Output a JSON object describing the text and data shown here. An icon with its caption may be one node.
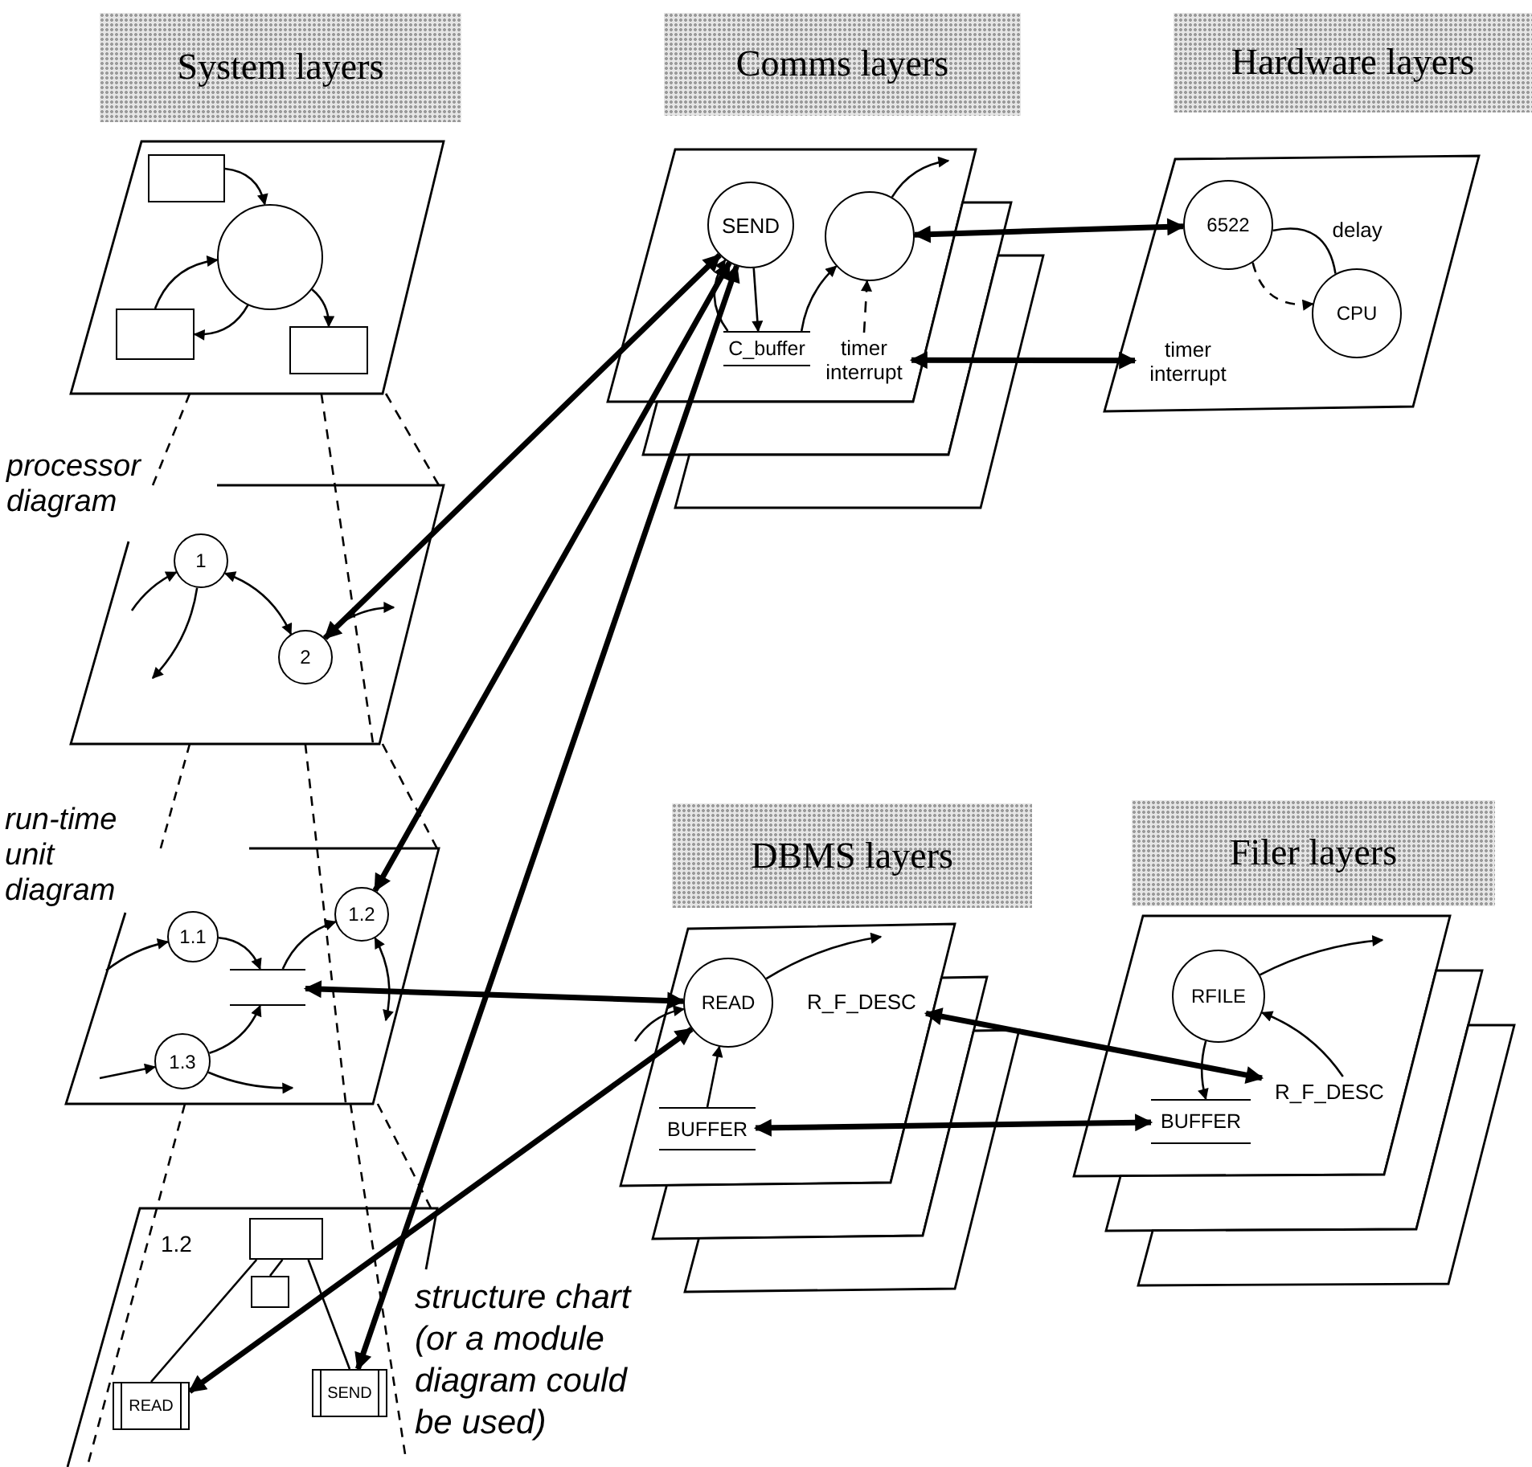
{
  "diagram": {
    "nodes": [
      {
        "text": [
          "System layers"
        ]
      },
      {
        "text": [],
        "shape": "parallelogram"
      },
      {
        "text": [],
        "shape": "box",
        "in": 1
      },
      {
        "text": [],
        "shape": "circle",
        "in": 1
      },
      {
        "text": [],
        "shape": "box",
        "in": 1
      },
      {
        "text": [],
        "shape": "box",
        "in": 1
      },
      {
        "text": [
          "Comms layers"
        ]
      },
      {
        "text": [],
        "shape": "parallelogram"
      },
      {
        "text": [
          "SEND"
        ],
        "in": 7
      },
      {
        "text": [],
        "shape": "circle",
        "in": 7
      },
      {
        "text": [
          "C_buffer"
        ],
        "in": 7
      },
      {
        "text": [
          "timer interrupt"
        ],
        "in": 7
      },
      {
        "text": [
          "Hardware layers"
        ]
      },
      {
        "text": [],
        "shape": "parallelogram"
      },
      {
        "text": [
          "6522"
        ],
        "in": 13
      },
      {
        "text": [
          "CPU"
        ],
        "in": 13
      },
      {
        "text": [
          "timer interrupt"
        ],
        "in": 13
      },
      {
        "text": [],
        "shape": "parallelogram"
      },
      {
        "text": [
          "1"
        ],
        "in": 17
      },
      {
        "text": [
          "2"
        ],
        "in": 17
      },
      {
        "text": [],
        "shape": "parallelogram"
      },
      {
        "text": [
          "1.1"
        ],
        "in": 20
      },
      {
        "text": [
          "1.2"
        ],
        "in": 20
      },
      {
        "text": [],
        "shape": "lines",
        "in": 20
      },
      {
        "text": [
          "1.3"
        ],
        "in": 20
      },
      {
        "text": [
          "DBMS layers"
        ]
      },
      {
        "text": [
          "Filer layers"
        ]
      },
      {
        "text": [],
        "shape": "parallelogram"
      },
      {
        "text": [
          "READ"
        ],
        "in": 27
      },
      {
        "text": [
          "R_F_DESC"
        ],
        "in": 27
      },
      {
        "text": [
          "BUFFER"
        ],
        "in": 27
      },
      {
        "text": [],
        "shape": "parallelogram"
      },
      {
        "text": [
          "RFILE"
        ],
        "in": 31
      },
      {
        "text": [
          "R_F_DESC"
        ],
        "in": 31
      },
      {
        "text": [
          "BUFFER"
        ],
        "in": 31
      },
      {
        "text": [],
        "shape": "parallelogram"
      },
      {
        "text": [],
        "shape": "box",
        "in": 35
      },
      {
        "text": [],
        "shape": "box",
        "in": 35
      },
      {
        "text": [
          "READ"
        ],
        "in": 35
      },
      {
        "text": [
          "SEND"
        ],
        "in": 35
      }
    ],
    "edges": [
      {
        "from": 1,
        "to": 17,
        "arrow": "none",
        "style": "dashed"
      },
      {
        "from": 1,
        "to": 17,
        "arrow": "none",
        "style": "dashed"
      },
      {
        "from": 1,
        "to": 17,
        "arrow": "none",
        "style": "dashed"
      },
      {
        "from": 17,
        "to": 20,
        "arrow": "none",
        "style": "dashed"
      },
      {
        "from": 17,
        "to": 20,
        "arrow": "none",
        "style": "dashed"
      },
      {
        "from": 17,
        "to": 20,
        "arrow": "none",
        "style": "dashed"
      },
      {
        "from": 20,
        "to": 35,
        "arrow": "none",
        "style": "dashed"
      },
      {
        "from": 20,
        "to": 35,
        "arrow": "none",
        "style": "dashed"
      },
      {
        "from": 20,
        "to": 35,
        "arrow": "none",
        "style": "dashed"
      },
      {
        "from": 2,
        "to": 3,
        "arrow": "to"
      },
      {
        "from": 4,
        "to": 3,
        "arrow": "to"
      },
      {
        "from": 3,
        "to": 4,
        "arrow": "to"
      },
      {
        "from": 3,
        "to": 5,
        "arrow": "to"
      },
      {
        "from": 8,
        "to": 10,
        "arrow": "to"
      },
      {
        "from": 10,
        "to": 8,
        "arrow": "to"
      },
      {
        "from": 10,
        "to": 9,
        "arrow": "to"
      },
      {
        "from": 11,
        "to": 9,
        "arrow": "to",
        "style": "dashed"
      },
      {
        "from": 9,
        "to": null,
        "arrow": "to"
      },
      {
        "from": 15,
        "to": 14,
        "arrow": "none",
        "label": "delay"
      },
      {
        "from": 14,
        "to": 15,
        "arrow": "to",
        "style": "dashed"
      },
      {
        "from": null,
        "to": 18,
        "arrow": "to"
      },
      {
        "from": 18,
        "to": null,
        "arrow": "to"
      },
      {
        "from": 18,
        "to": 19,
        "arrow": "both"
      },
      {
        "from": 19,
        "to": null,
        "arrow": "to"
      },
      {
        "from": null,
        "to": 21,
        "arrow": "to"
      },
      {
        "from": 21,
        "to": 23,
        "arrow": "to"
      },
      {
        "from": 23,
        "to": 22,
        "arrow": "to"
      },
      {
        "from": 24,
        "to": 23,
        "arrow": "to"
      },
      {
        "from": null,
        "to": 24,
        "arrow": "to"
      },
      {
        "from": 24,
        "to": null,
        "arrow": "to"
      },
      {
        "from": 22,
        "to": null,
        "arrow": "both"
      },
      {
        "from": null,
        "to": 28,
        "arrow": "to"
      },
      {
        "from": 28,
        "to": null,
        "arrow": "to"
      },
      {
        "from": 30,
        "to": 28,
        "arrow": "to"
      },
      {
        "from": 32,
        "to": null,
        "arrow": "to"
      },
      {
        "from": 32,
        "to": 34,
        "arrow": "to"
      },
      {
        "from": 33,
        "to": 32,
        "arrow": "to"
      },
      {
        "from": 36,
        "to": 38,
        "arrow": "none"
      },
      {
        "from": 36,
        "to": 37,
        "arrow": "none"
      },
      {
        "from": 36,
        "to": 39,
        "arrow": "none"
      },
      {
        "from": 9,
        "to": 14,
        "arrow": "both",
        "style": "thick"
      },
      {
        "from": 11,
        "to": 16,
        "arrow": "both",
        "style": "thick"
      },
      {
        "from": 8,
        "to": 19,
        "arrow": "both",
        "style": "thick"
      },
      {
        "from": 8,
        "to": 22,
        "arrow": "both",
        "style": "thick"
      },
      {
        "from": 8,
        "to": 39,
        "arrow": "both",
        "style": "thick"
      },
      {
        "from": 23,
        "to": 28,
        "arrow": "both",
        "style": "thick"
      },
      {
        "from": 38,
        "to": 28,
        "arrow": "both",
        "style": "thick"
      },
      {
        "from": 29,
        "to": 33,
        "arrow": "both",
        "style": "thick"
      },
      {
        "from": 30,
        "to": 34,
        "arrow": "both",
        "style": "thick"
      }
    ],
    "labels": [
      "processor diagram",
      "run-time unit diagram",
      "1.2",
      "structure chart (or a module diagram could be used)"
    ]
  }
}
